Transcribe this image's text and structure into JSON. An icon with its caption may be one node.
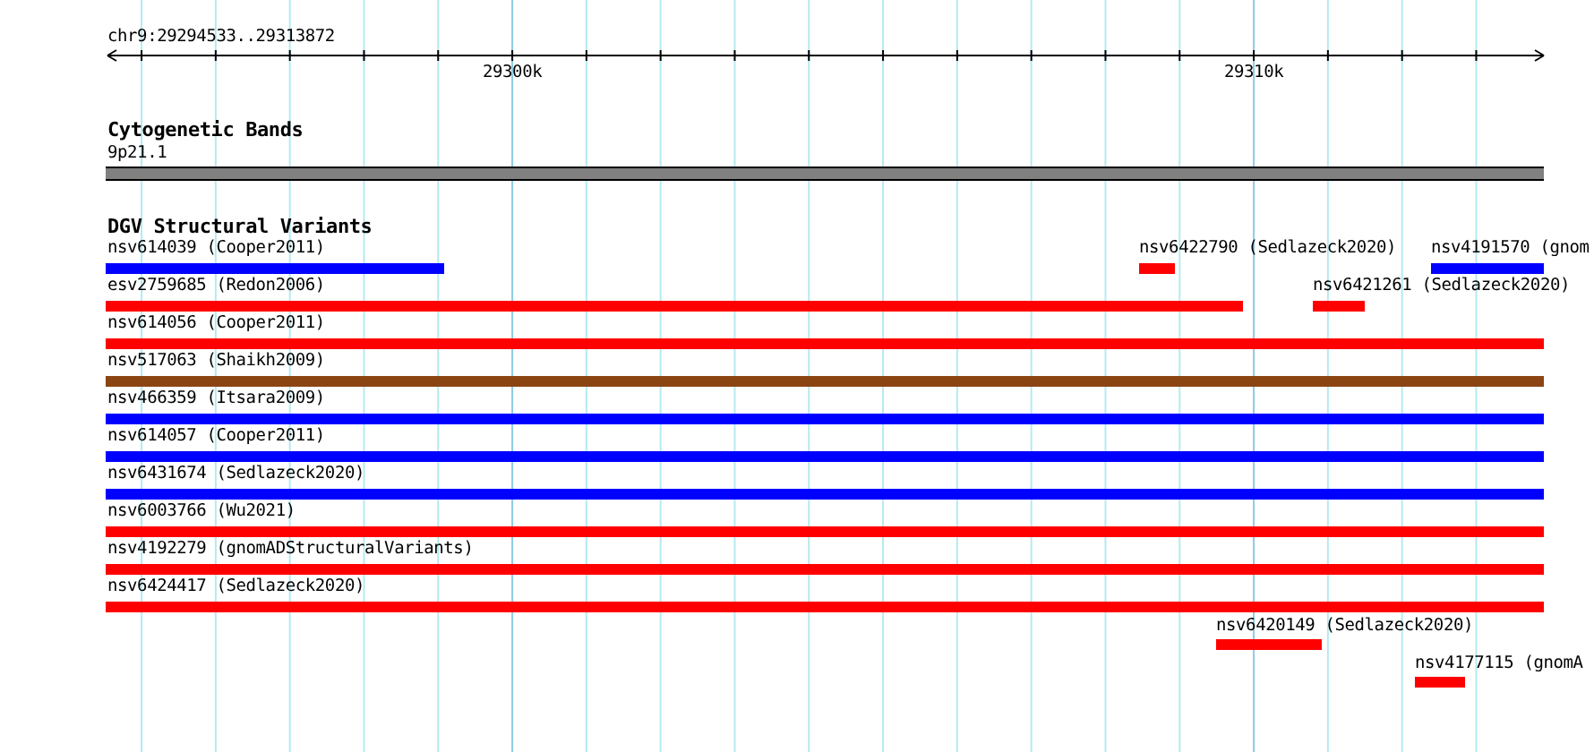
{
  "diagram": {
    "nodes": [
      {
        "text": [],
        "shape": "bar",
        "beside": [
          "9p21.1"
        ]
      },
      {
        "text": [],
        "shape": "bar",
        "beside": [
          "nsv614039 (Cooper2011)"
        ]
      },
      {
        "text": [],
        "shape": "bar",
        "beside": [
          "nsv6422790 (Sedlazeck2020)"
        ]
      },
      {
        "text": [],
        "shape": "bar",
        "beside": [
          "nsv4191570 (gnom"
        ]
      },
      {
        "text": [],
        "shape": "bar",
        "beside": [
          "esv2759685 (Redon2006)"
        ]
      },
      {
        "text": [],
        "shape": "bar",
        "beside": [
          "nsv6421261 (Sedlazeck2020)"
        ]
      },
      {
        "text": [],
        "shape": "bar",
        "beside": [
          "nsv614056 (Cooper2011)"
        ]
      },
      {
        "text": [],
        "shape": "bar",
        "beside": [
          "nsv517063 (Shaikh2009)"
        ]
      },
      {
        "text": [],
        "shape": "bar",
        "beside": [
          "nsv466359 (Itsara2009)"
        ]
      },
      {
        "text": [],
        "shape": "bar",
        "beside": [
          "nsv614057 (Cooper2011)"
        ]
      },
      {
        "text": [],
        "shape": "bar",
        "beside": [
          "nsv6431674 (Sedlazeck2020)"
        ]
      },
      {
        "text": [],
        "shape": "bar",
        "beside": [
          "nsv6003766 (Wu2021)"
        ]
      },
      {
        "text": [],
        "shape": "bar",
        "beside": [
          "nsv4192279 (gnomADStructuralVariants)"
        ]
      },
      {
        "text": [],
        "shape": "bar",
        "beside": [
          "nsv6424417 (Sedlazeck2020)"
        ]
      },
      {
        "text": [],
        "shape": "bar",
        "beside": [
          "nsv6420149 (Sedlazeck2020)"
        ]
      },
      {
        "text": [],
        "shape": "bar",
        "beside": [
          "nsv4177115 (gnomA"
        ]
      }
    ],
    "labels": [
      "chr9:29294533..29313872",
      "29300k",
      "29310k",
      "Cytogenetic Bands",
      "DGV Structural Variants"
    ]
  }
}
